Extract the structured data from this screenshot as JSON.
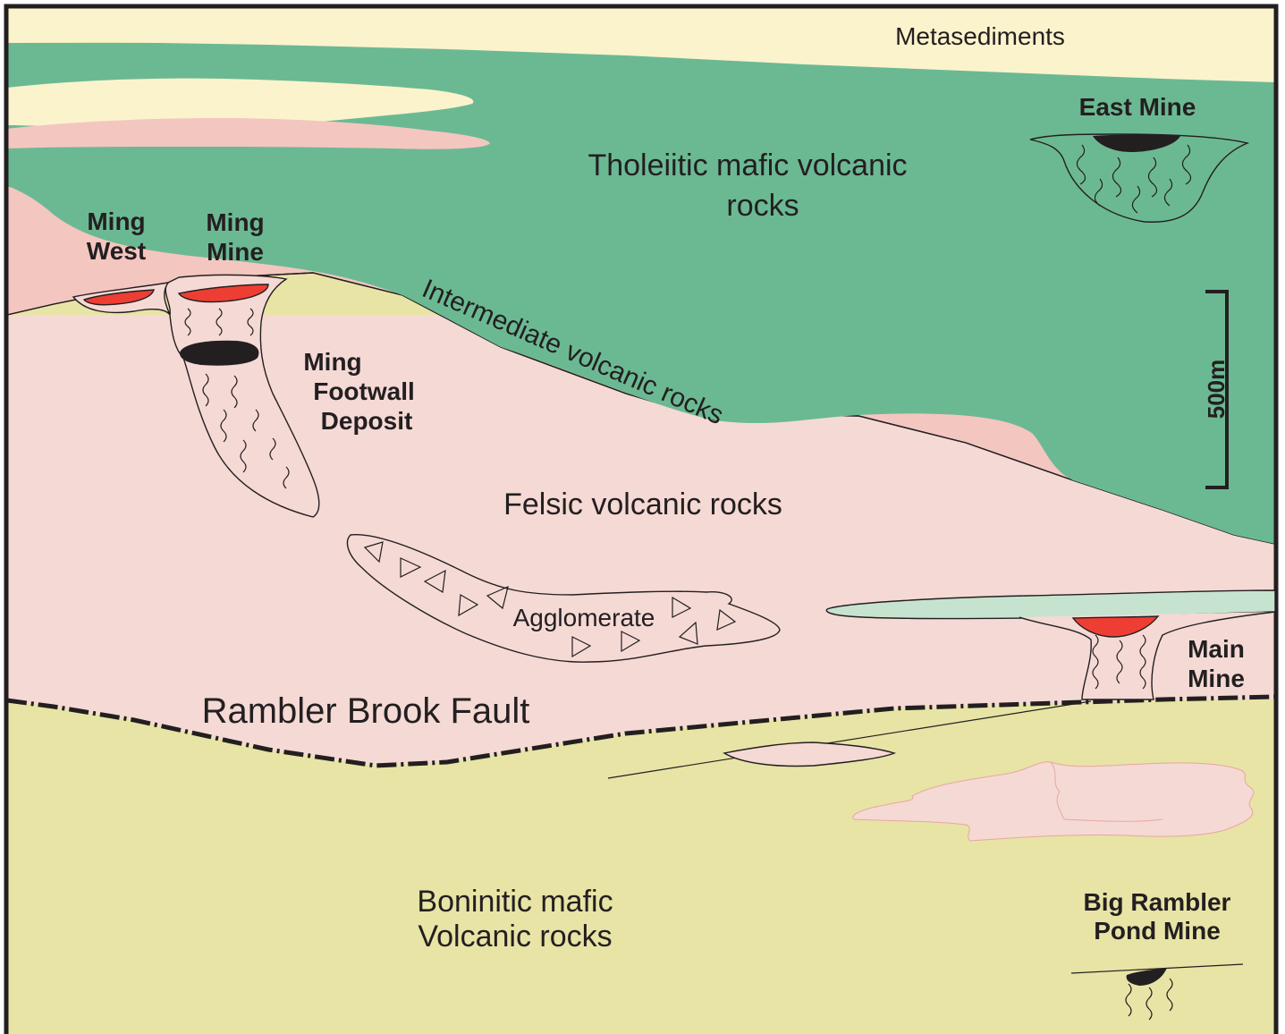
{
  "colors": {
    "metasediments": "#fbf3cc",
    "tholeiitic": "#6bb993",
    "intermediate": "#f4c6c0",
    "felsic": "#f5d9d5",
    "boninitic": "#e7e4a6",
    "massive_sulfide_red": "#ee3e33",
    "massive_sulfide_black": "#231f20",
    "mafic_lens": "#c6e3d0",
    "frame": "#231f20"
  },
  "units": {
    "metasediments": "Metasediments",
    "tholeiitic_line1": "Tholeiitic mafic volcanic",
    "tholeiitic_line2": "rocks",
    "intermediate": "Intermediate volcanic rocks",
    "felsic": "Felsic volcanic rocks",
    "agglomerate": "Agglomerate",
    "fault": "Rambler Brook Fault",
    "boninitic_line1": "Boninitic mafic",
    "boninitic_line2": "Volcanic rocks"
  },
  "deposits": {
    "east_mine": "East Mine",
    "ming_west_line1": "Ming",
    "ming_west_line2": "West",
    "ming_mine_line1": "Ming",
    "ming_mine_line2": "Mine",
    "ming_footwall_line1": "Ming",
    "ming_footwall_line2": "Footwall",
    "ming_footwall_line3": "Deposit",
    "main_mine_line1": "Main",
    "main_mine_line2": "Mine",
    "big_rambler_line1": "Big Rambler",
    "big_rambler_line2": "Pond Mine"
  },
  "scale_bar": {
    "label": "500m"
  }
}
